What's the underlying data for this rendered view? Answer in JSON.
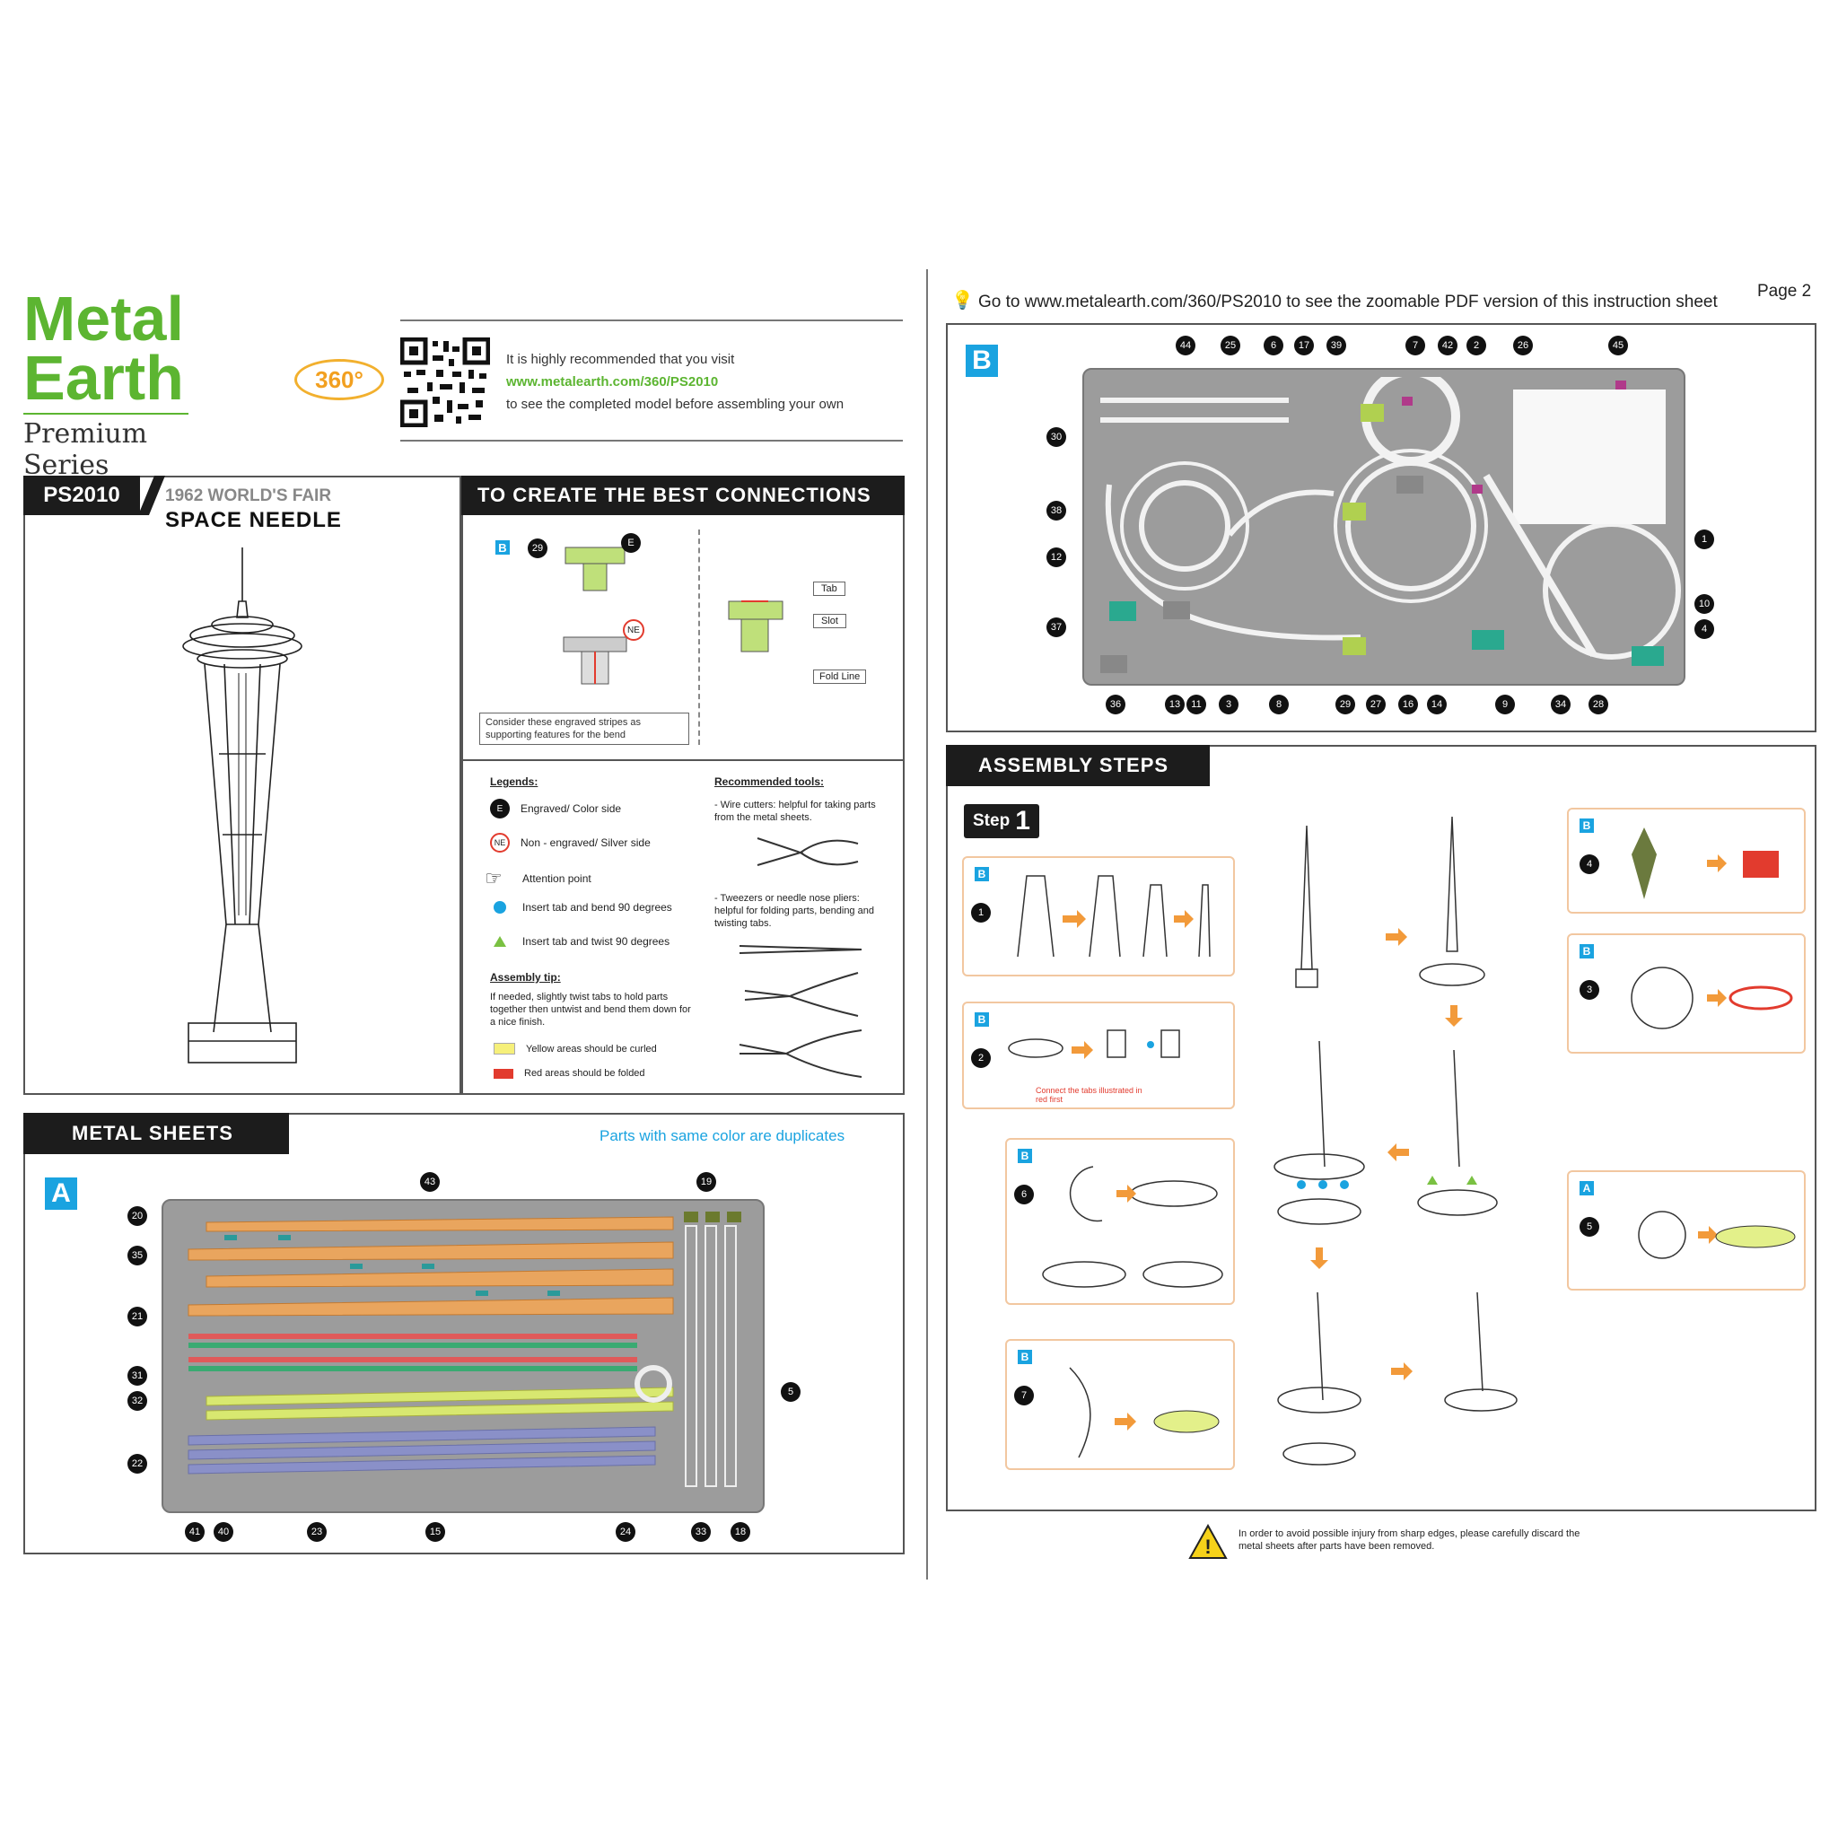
{
  "brand": {
    "line1": "Metal",
    "line2": "Earth",
    "series": "Premium Series",
    "badge": "360°"
  },
  "visit": {
    "line1": "It is highly recommended that you visit",
    "url": "www.metalearth.com/360/PS2010",
    "line3": "to see the completed model before assembling your own"
  },
  "model": {
    "code": "PS2010",
    "subtitle": "1962 WORLD'S FAIR",
    "name": "SPACE NEEDLE"
  },
  "connections": {
    "title": "TO CREATE THE BEST CONNECTIONS",
    "part_ref": "B",
    "part_num": "29",
    "engraved_marker": "E",
    "nonengraved_marker": "NE",
    "note": "Consider these engraved stripes as supporting features for the bend",
    "tab": "Tab",
    "slot": "Slot",
    "fold": "Fold Line"
  },
  "legends": {
    "title": "Legends:",
    "items": [
      "Engraved/ Color side",
      "Non - engraved/ Silver side",
      "Attention point",
      "Insert tab and bend 90 degrees",
      "Insert tab and twist 90 degrees"
    ],
    "tip_title": "Assembly tip:",
    "tip_text": "If needed, slightly twist tabs to hold parts together then untwist and bend them down for a nice finish.",
    "yellow": "Yellow areas should be curled",
    "red": "Red areas should be folded"
  },
  "tools": {
    "title": "Recommended tools:",
    "wire": "- Wire cutters: helpful for taking parts from the metal sheets.",
    "tweezers": "- Tweezers or needle nose pliers: helpful for folding parts, bending and twisting tabs."
  },
  "metal_sheets": {
    "title": "METAL SHEETS",
    "dup_note": "Parts with same color are duplicates",
    "sheet_letter": "A",
    "callouts_left": [
      "20",
      "35",
      "21",
      "31",
      "32",
      "22"
    ],
    "callouts_bottom": [
      "41",
      "40",
      "23",
      "15",
      "24",
      "33",
      "18"
    ],
    "callouts_top": [
      "43",
      "19"
    ],
    "callout_right": "5"
  },
  "page2": {
    "page_label": "Page 2",
    "pdf_note": "Go to www.metalearth.com/360/PS2010 to see the zoomable PDF version of this instruction sheet",
    "sheet_letter": "B",
    "callouts_top": [
      "44",
      "25",
      "6",
      "17",
      "39",
      "7",
      "42",
      "2",
      "26",
      "45"
    ],
    "callouts_left": [
      "30",
      "38",
      "12",
      "37"
    ],
    "callouts_right": [
      "1",
      "10",
      "4"
    ],
    "callouts_bottom": [
      "36",
      "13",
      "11",
      "3",
      "8",
      "29",
      "27",
      "16",
      "14",
      "9",
      "34",
      "28"
    ]
  },
  "assembly": {
    "title": "ASSEMBLY STEPS",
    "step_label": "Step",
    "step_num": "1",
    "connect_note": "Connect the tabs illustrated in red first",
    "panels": [
      {
        "sheet": "B",
        "num": "1"
      },
      {
        "sheet": "B",
        "num": "2"
      },
      {
        "sheet": "B",
        "num": "6"
      },
      {
        "sheet": "B",
        "num": "7"
      },
      {
        "sheet": "B",
        "num": "4"
      },
      {
        "sheet": "B",
        "num": "3"
      },
      {
        "sheet": "A",
        "num": "5"
      }
    ]
  },
  "warning": "In order to avoid possible injury from sharp edges, please carefully discard the metal sheets after parts have been removed.",
  "colors": {
    "brand_green": "#5cb531",
    "accent_blue": "#1aa3e0",
    "orange": "#f29a3a",
    "bar_dark": "#1c1c1c"
  }
}
